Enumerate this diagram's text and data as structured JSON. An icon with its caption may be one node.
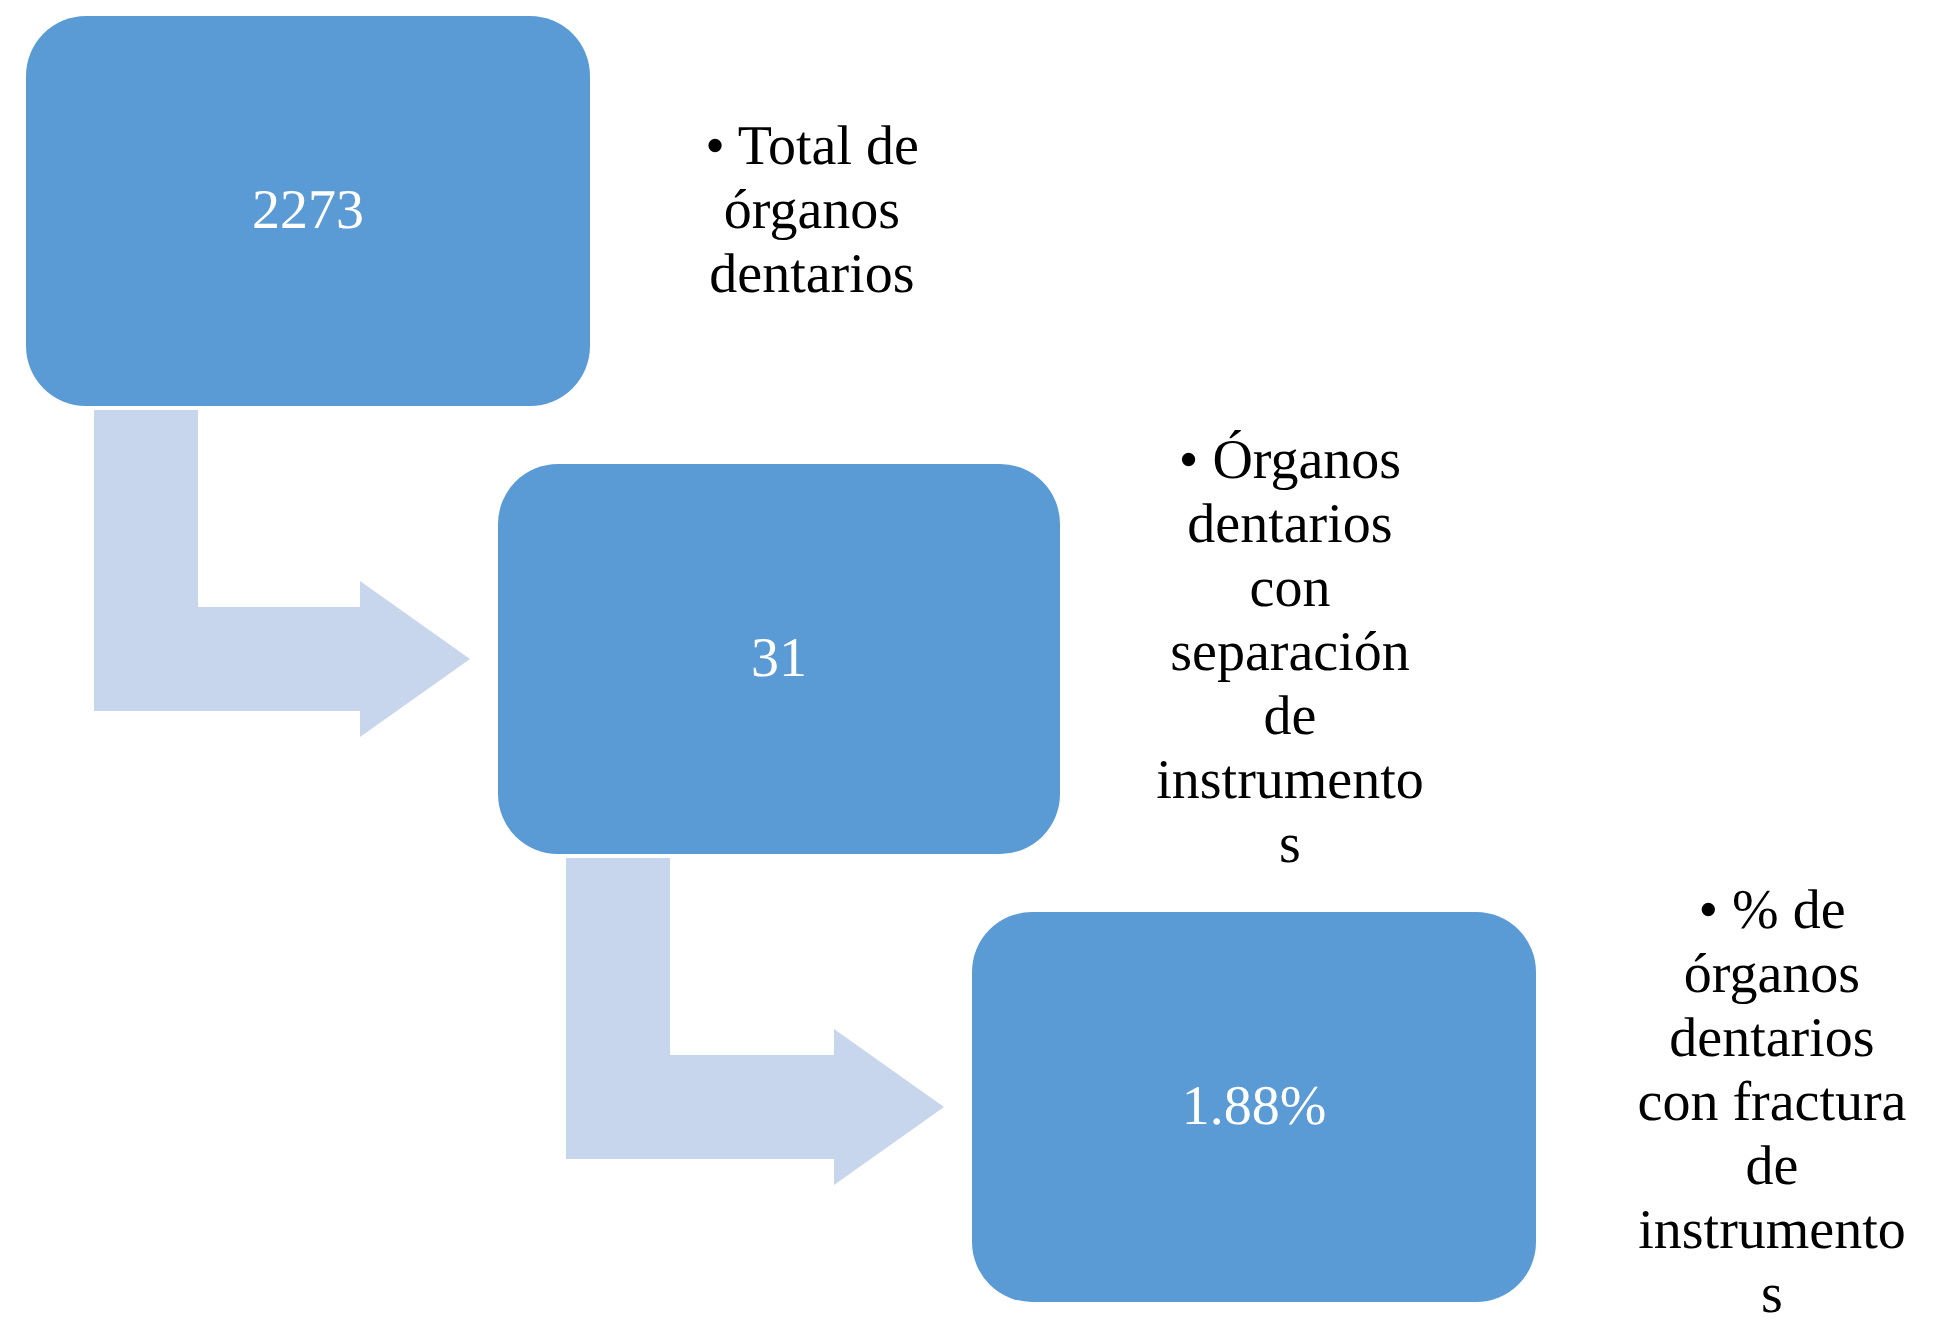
{
  "diagram": {
    "nodes": [
      {
        "text": [
          "2273"
        ]
      },
      {
        "text": [
          "31"
        ]
      },
      {
        "text": [
          "1.88%"
        ]
      }
    ],
    "edges": [
      {
        "from": 0,
        "to": 1,
        "arrow": "to",
        "style": "thick"
      },
      {
        "from": 1,
        "to": 2,
        "arrow": "to",
        "style": "thick"
      }
    ],
    "labels": [
      "• Total de órganos dentarios",
      "• Órganos dentarios con separación de instrumentos",
      "• % de órganos dentarios con fractura de instrumentos"
    ]
  }
}
